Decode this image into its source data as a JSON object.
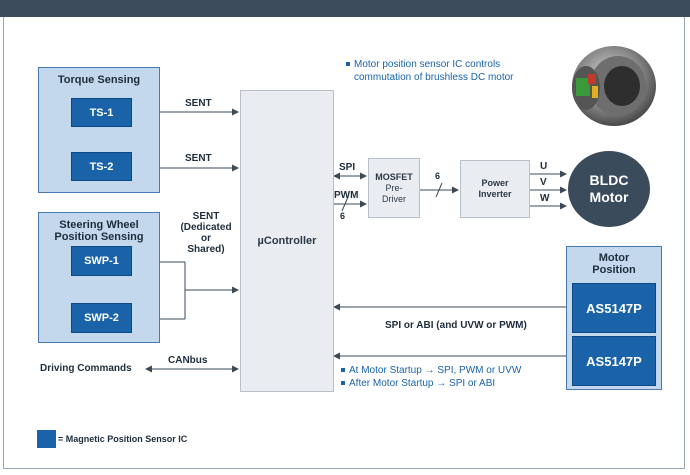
{
  "panels": {
    "torque": {
      "title": "Torque Sensing",
      "sensors": [
        "TS-1",
        "TS-2"
      ]
    },
    "steering": {
      "title_line1": "Steering Wheel",
      "title_line2": "Position Sensing",
      "sensors": [
        "SWP-1",
        "SWP-2"
      ]
    },
    "motor_position": {
      "title_line1": "Motor",
      "title_line2": "Position",
      "sensors": [
        "AS5147P",
        "AS5147P"
      ]
    }
  },
  "signals": {
    "sent1": "SENT",
    "sent2": "SENT",
    "sent3_line1": "SENT",
    "sent3_line2": "(Dedicated",
    "sent3_line3": "or",
    "sent3_line4": "Shared)",
    "spi": "SPI",
    "pwm": "PWM",
    "pwm_count": "6",
    "driver_count": "6",
    "phases": [
      "U",
      "V",
      "W"
    ],
    "spi_abi": "SPI or ABI (and UVW or PWM)",
    "canbus": "CANbus",
    "driving_commands": "Driving Commands"
  },
  "blocks": {
    "controller": "µController",
    "mosfet_line1": "MOSFET",
    "mosfet_line2": "Pre-",
    "mosfet_line3": "Driver",
    "inverter_line1": "Power",
    "inverter_line2": "Inverter",
    "motor_line1": "BLDC",
    "motor_line2": "Motor"
  },
  "notes": {
    "top_line1": "Motor position sensor IC controls",
    "top_line2": "commutation of brushless DC motor",
    "startup1": "At Motor Startup → SPI, PWM or UVW",
    "startup2": "After Motor Startup → SPI or ABI"
  },
  "legend": {
    "text": "= Magnetic Position Sensor IC"
  },
  "colors": {
    "header": "#3d4c5c",
    "panel_fill": "#c3d8ec",
    "sensor_blue": "#1a63a9",
    "motor_dark": "#3a4b5c",
    "note_blue": "#1a63a9"
  }
}
